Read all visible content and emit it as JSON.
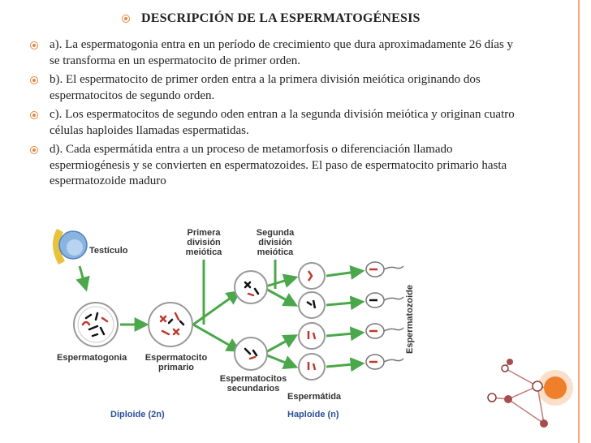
{
  "title": "DESCRIPCIÓN DE LA ESPERMATOGÉNESIS",
  "items": [
    {
      "text": "a). La espermatogonia entra en un período de crecimiento que dura aproximadamente 26 días y se transforma en un espermatocito de primer orden."
    },
    {
      "text": "b). El espermatocito de primer orden entra a la primera división meiótica originando dos espermatocitos de segundo orden."
    },
    {
      "text": "c). Los espermatocitos de segundo oden entran a la segunda división meiótica y originan cuatro células haploides llamadas espermatidas."
    },
    {
      "text": "d). Cada espermátida entra a un proceso de metamorfosis o diferenciación llamado espermiogénesis y se convierten en espermatozoides. El paso de espermatocito primario hasta espermatozoide maduro"
    }
  ],
  "figure": {
    "testiculo": "Testículo",
    "primera": [
      "Primera",
      "división",
      "meiótica"
    ],
    "segunda": [
      "Segunda",
      "división",
      "meiótica"
    ],
    "espermatogonia": "Espermatogonia",
    "espermatocito_primario": [
      "Espermatocito",
      "primario"
    ],
    "espermatocitos_secundarios": [
      "Espermatocitos",
      "secundarios"
    ],
    "espermatida": "Espermátida",
    "espermatozoide": "Espermatozoide",
    "diploide": "Diploide (2n)",
    "haploide": "Haploide (n)"
  },
  "colors": {
    "accent": "#e8863a",
    "arrow_green": "#4aa84a",
    "label_blue": "#2a4f9a",
    "chromosome_red": "#c0392b"
  }
}
